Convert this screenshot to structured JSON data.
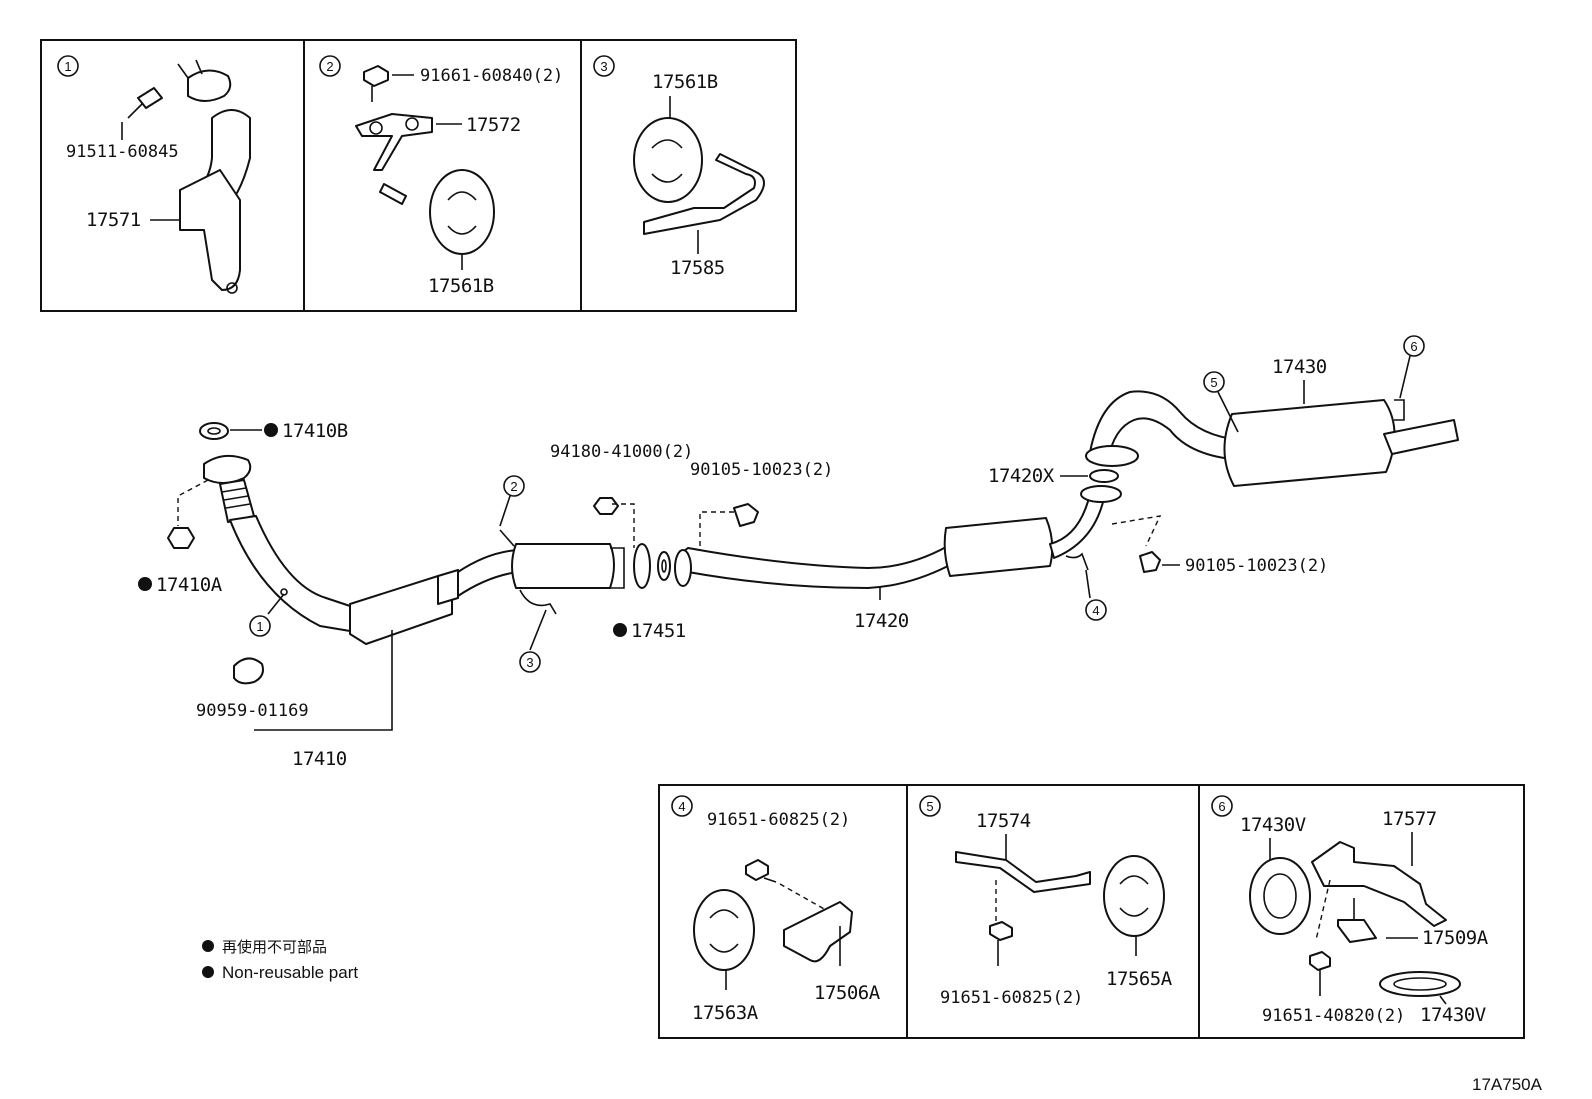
{
  "inset_markers": [
    "1",
    "2",
    "3",
    "4",
    "5",
    "6"
  ],
  "inset1": {
    "bolt": "91511-60845",
    "bracket": "17571"
  },
  "inset2": {
    "bolt": "91661-60840(2)",
    "bracket": "17572",
    "hanger": "17561B"
  },
  "inset3": {
    "hanger": "17561B",
    "bracket": "17585"
  },
  "inset4": {
    "bolt": "91651-60825(2)",
    "hanger": "17563A",
    "bracket": "17506A"
  },
  "inset5": {
    "bracket": "17574",
    "bolt": "91651-60825(2)",
    "hanger": "17565A"
  },
  "inset6": {
    "ring": "17430V",
    "bracket": "17577",
    "stud": "17509A",
    "bolt": "91651-40820(2)",
    "gasket": "17430V"
  },
  "main": {
    "gasket_top": "17410B",
    "nut_left": "17410A",
    "clamp": "90959-01169",
    "front_pipe": "17410",
    "nut_center": "94180-41000(2)",
    "bolt_center": "90105-10023(2)",
    "gasket_center": "17451",
    "center_pipe": "17420",
    "gasket_rear": "17420X",
    "bolt_rear": "90105-10023(2)",
    "muffler": "17430"
  },
  "legend": {
    "line1": "再使用不可部品",
    "line2": "Non-reusable part"
  },
  "figure_code": "17A750A"
}
